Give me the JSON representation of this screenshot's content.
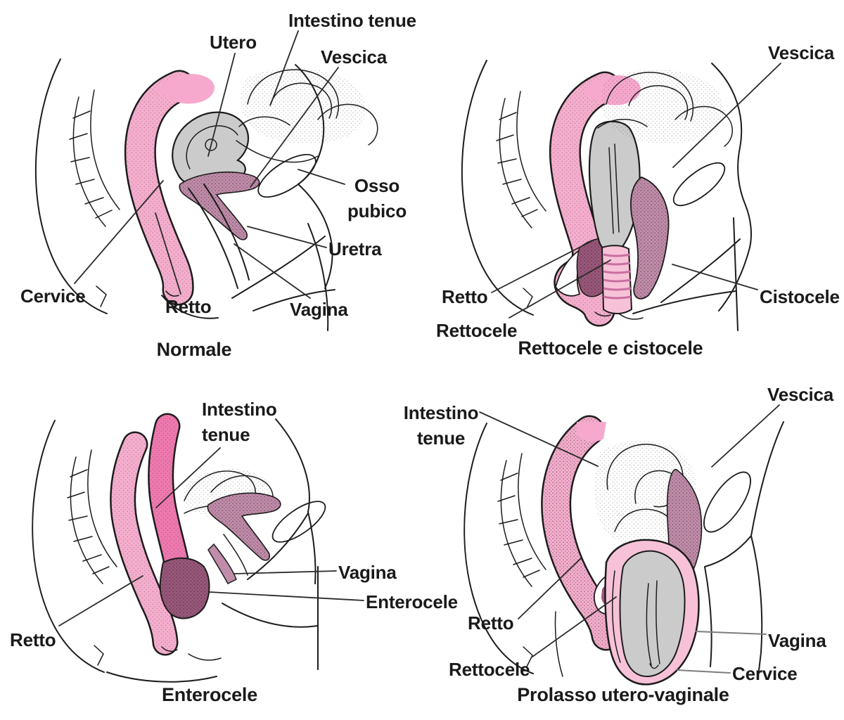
{
  "background": "#ffffff",
  "colors": {
    "background": "#ffffff",
    "ink": "#1c1c1c",
    "text": "#1a1a1a",
    "leader": "#2a2a2a",
    "leader_gray": "#7d7d7d",
    "pink_light": "#f5aecd",
    "pink_flat": "#f6a8cd",
    "pink_hot": "#ee79ae",
    "pink_pale": "#f7c2d8",
    "mauve": "#c08ca9",
    "mauve_dark": "#99587a",
    "gray_organ": "#cbcbcb"
  },
  "panels": [
    {
      "id": "normale",
      "caption": "Normale",
      "labels": [
        {
          "name": "intestino-tenue",
          "text": "Intestino tenue"
        },
        {
          "name": "utero",
          "text": "Utero"
        },
        {
          "name": "vescica",
          "text": "Vescica"
        },
        {
          "name": "osso-pubico",
          "text": "Osso\npubico"
        },
        {
          "name": "uretra",
          "text": "Uretra"
        },
        {
          "name": "cervice",
          "text": "Cervice"
        },
        {
          "name": "retto",
          "text": "Retto"
        },
        {
          "name": "vagina",
          "text": "Vagina"
        }
      ]
    },
    {
      "id": "rettocele-e-cistocele",
      "caption": "Rettocele e cistocele",
      "labels": [
        {
          "name": "vescica",
          "text": "Vescica"
        },
        {
          "name": "retto",
          "text": "Retto"
        },
        {
          "name": "rettocele",
          "text": "Rettocele"
        },
        {
          "name": "cistocele",
          "text": "Cistocele"
        }
      ]
    },
    {
      "id": "enterocele",
      "caption": "Enterocele",
      "labels": [
        {
          "name": "intestino-tenue",
          "text": "Intestino\ntenue"
        },
        {
          "name": "vagina",
          "text": "Vagina"
        },
        {
          "name": "enterocele",
          "text": "Enterocele"
        },
        {
          "name": "retto",
          "text": "Retto"
        }
      ]
    },
    {
      "id": "prolasso-utero-vaginale",
      "caption": "Prolasso utero-vaginale",
      "labels": [
        {
          "name": "vescica",
          "text": "Vescica"
        },
        {
          "name": "intestino-tenue",
          "text": "Intestino\ntenue"
        },
        {
          "name": "retto",
          "text": "Retto"
        },
        {
          "name": "rettocele",
          "text": "Rettocele"
        },
        {
          "name": "vagina",
          "text": "Vagina"
        },
        {
          "name": "cervice",
          "text": "Cervice"
        }
      ]
    }
  ]
}
